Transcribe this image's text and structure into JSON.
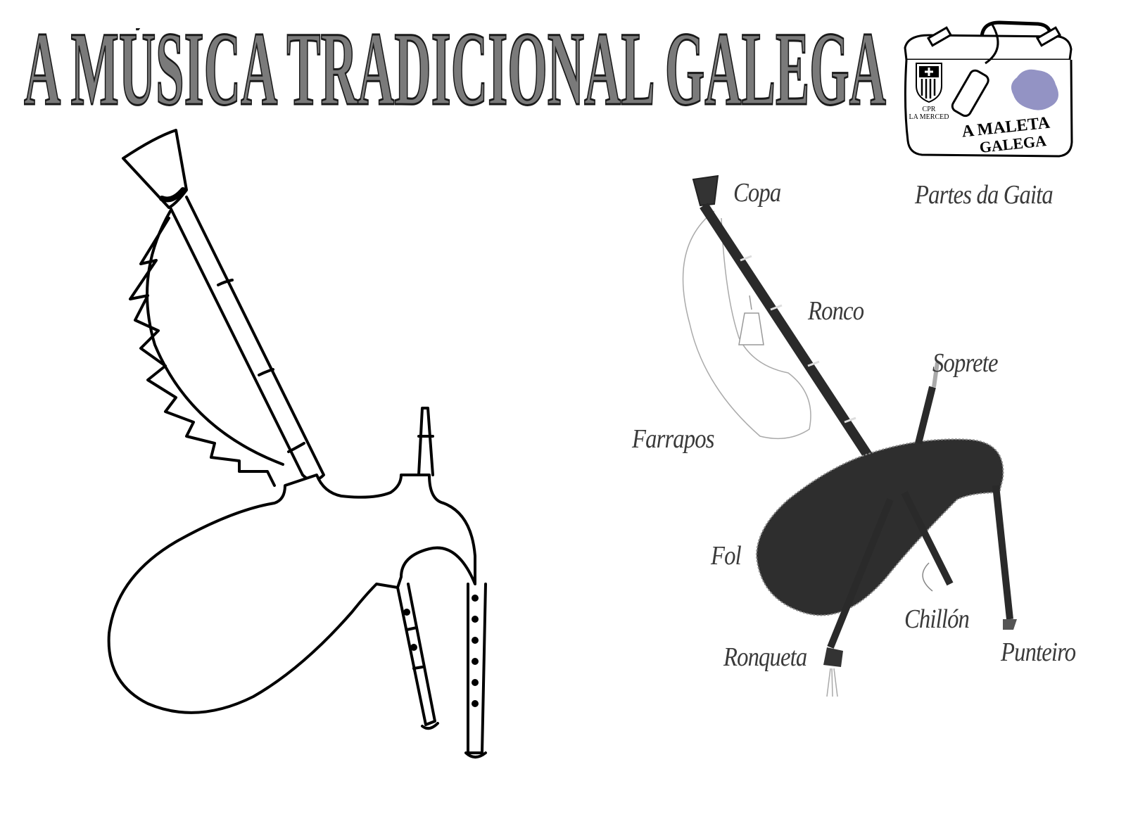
{
  "header": {
    "title": "A MÚSICA TRADICIONAL GALEGA"
  },
  "logo": {
    "school_line1": "CPR",
    "school_line2": "LA MERCED",
    "project_line1": "A MALETA",
    "project_line2": "GALEGA",
    "map_color": "#9393c4"
  },
  "coloring_page": {
    "subject": "gaita-outline-drawing"
  },
  "diagram": {
    "heading": "Partes da Gaita",
    "labels": [
      {
        "id": "copa",
        "text": "Copa"
      },
      {
        "id": "ronco",
        "text": "Ronco"
      },
      {
        "id": "soprete",
        "text": "Soprete"
      },
      {
        "id": "farrapos",
        "text": "Farrapos"
      },
      {
        "id": "fol",
        "text": "Fol"
      },
      {
        "id": "chillon",
        "text": "Chillón"
      },
      {
        "id": "ronqueta",
        "text": "Ronqueta"
      },
      {
        "id": "punteiro",
        "text": "Punteiro"
      }
    ]
  },
  "colors": {
    "title_fill": "#7a7a7a",
    "title_stroke": "#1a1a1a",
    "label_text": "#3a3a3a",
    "bag_fill": "#2e2e2e"
  }
}
